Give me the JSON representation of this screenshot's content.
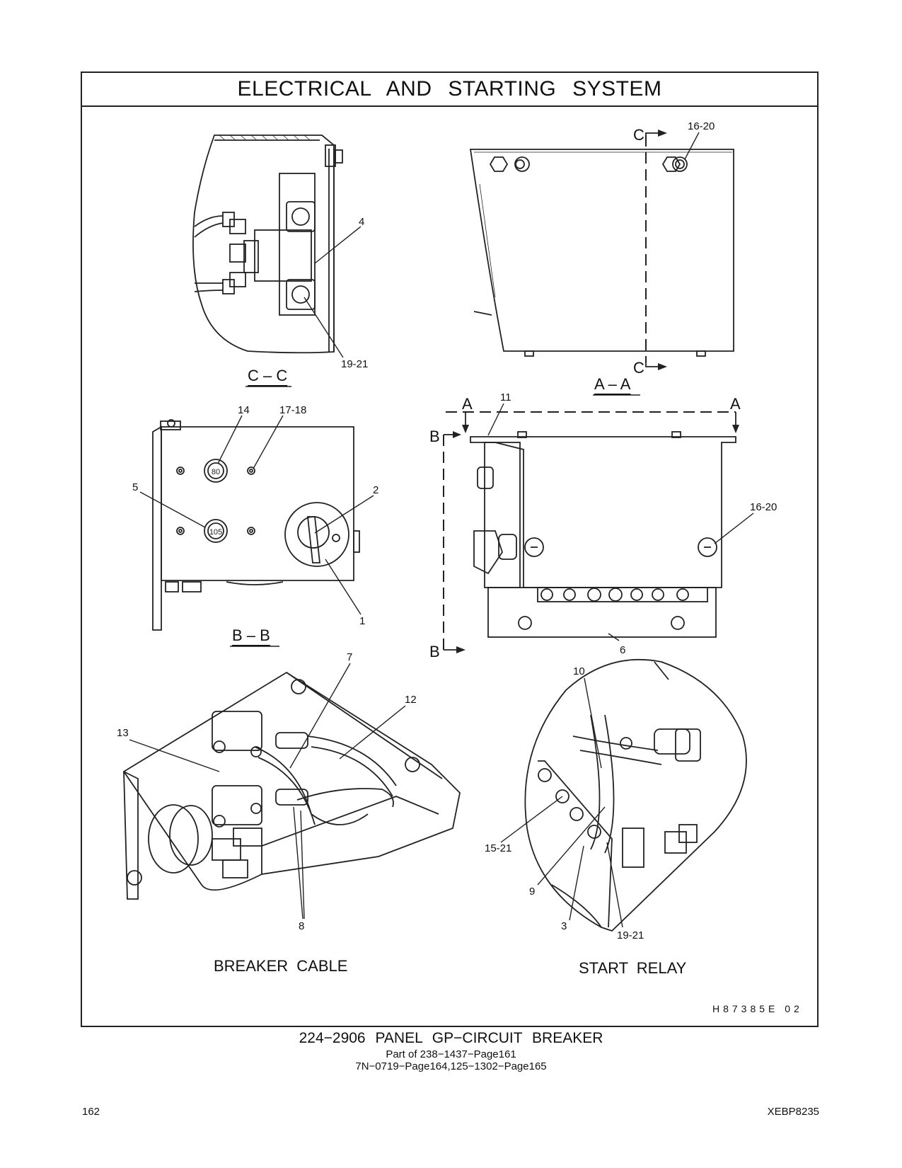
{
  "header": {
    "title": "ELECTRICAL AND STARTING SYSTEM"
  },
  "views": {
    "cc": {
      "label": "C – C",
      "callouts": [
        "4",
        "19-21"
      ]
    },
    "aa": {
      "label": "A – A",
      "callouts": [
        "16-20",
        "C",
        "C"
      ]
    },
    "bb": {
      "label": "B – B",
      "callouts": [
        "14",
        "17-18",
        "5",
        "2",
        "1"
      ],
      "breaker_ratings": [
        "80",
        "105"
      ]
    },
    "section_markers": {
      "a_left": "A",
      "a_right": "A",
      "b_top": "B",
      "b_bottom": "B"
    },
    "side": {
      "callouts": [
        "11",
        "16-20",
        "6"
      ]
    },
    "breaker_cable": {
      "caption": "BREAKER CABLE",
      "callouts": [
        "7",
        "12",
        "13",
        "8"
      ]
    },
    "start_relay": {
      "caption": "START RELAY",
      "callouts": [
        "10",
        "15-21",
        "9",
        "3",
        "19-21"
      ]
    }
  },
  "illustration_code": "H87385E  02",
  "footer": {
    "title": "224−2906 PANEL GP−CIRCUIT BREAKER",
    "line1": "Part of 238−1437−Page161",
    "line2": "7N−0719−Page164,125−1302−Page165",
    "page_number": "162",
    "document_id": "XEBP8235"
  }
}
